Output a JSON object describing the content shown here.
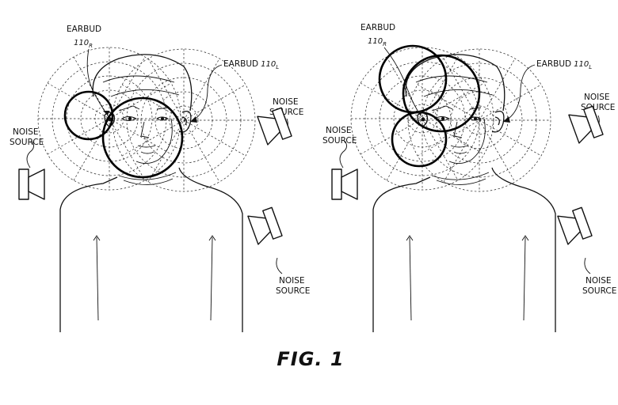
{
  "figure": {
    "caption": "FIG. 1",
    "left_panel": {
      "earbud_right_label": "EARBUD",
      "earbud_right_ref": "110",
      "earbud_right_sub": "R",
      "earbud_left_label": "EARBUD",
      "earbud_left_ref": "110",
      "earbud_left_sub": "L",
      "noise_sources": [
        {
          "line1": "NOISE",
          "line2": "SOURCE"
        },
        {
          "line1": "NOISE",
          "line2": "SOURCE"
        },
        {
          "line1": "NOISE",
          "line2": "SOURCE"
        }
      ]
    },
    "right_panel": {
      "earbud_right_label": "EARBUD",
      "earbud_right_ref": "110",
      "earbud_right_sub": "R",
      "earbud_left_label": "EARBUD",
      "earbud_left_ref": "110",
      "earbud_left_sub": "L",
      "noise_sources": [
        {
          "line1": "NOISE",
          "line2": "SOURCE"
        },
        {
          "line1": "NOISE",
          "line2": "SOURCE"
        },
        {
          "line1": "NOISE",
          "line2": "SOURCE"
        }
      ]
    }
  }
}
